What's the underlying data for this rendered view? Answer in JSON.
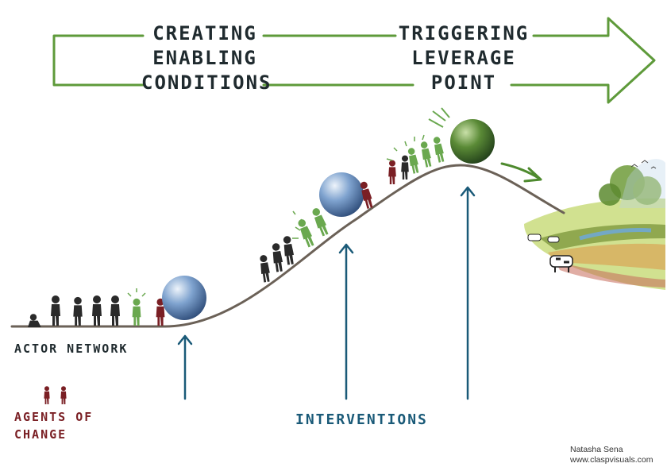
{
  "phases": {
    "left": [
      "CREATING",
      "ENABLING",
      "CONDITIONS"
    ],
    "right": [
      "TRIGGERING",
      "LEVERAGE",
      "POINT"
    ]
  },
  "labels": {
    "actor_network": "ACTOR NETWORK",
    "agents_of_change": [
      "AGENTS OF",
      "CHANGE"
    ],
    "interventions": "INTERVENTIONS"
  },
  "credit": [
    "Natasha Sena",
    "www.claspvisuals.com"
  ],
  "colors": {
    "arrow_green": "#5e9a3a",
    "ink": "#1f2a2e",
    "agent_red": "#7a1f24",
    "people_green": "#6aa84f",
    "intervention_blue": "#1a5a78",
    "ball_blue": "#6f95c4",
    "ball_green": "#3f6b2a"
  }
}
